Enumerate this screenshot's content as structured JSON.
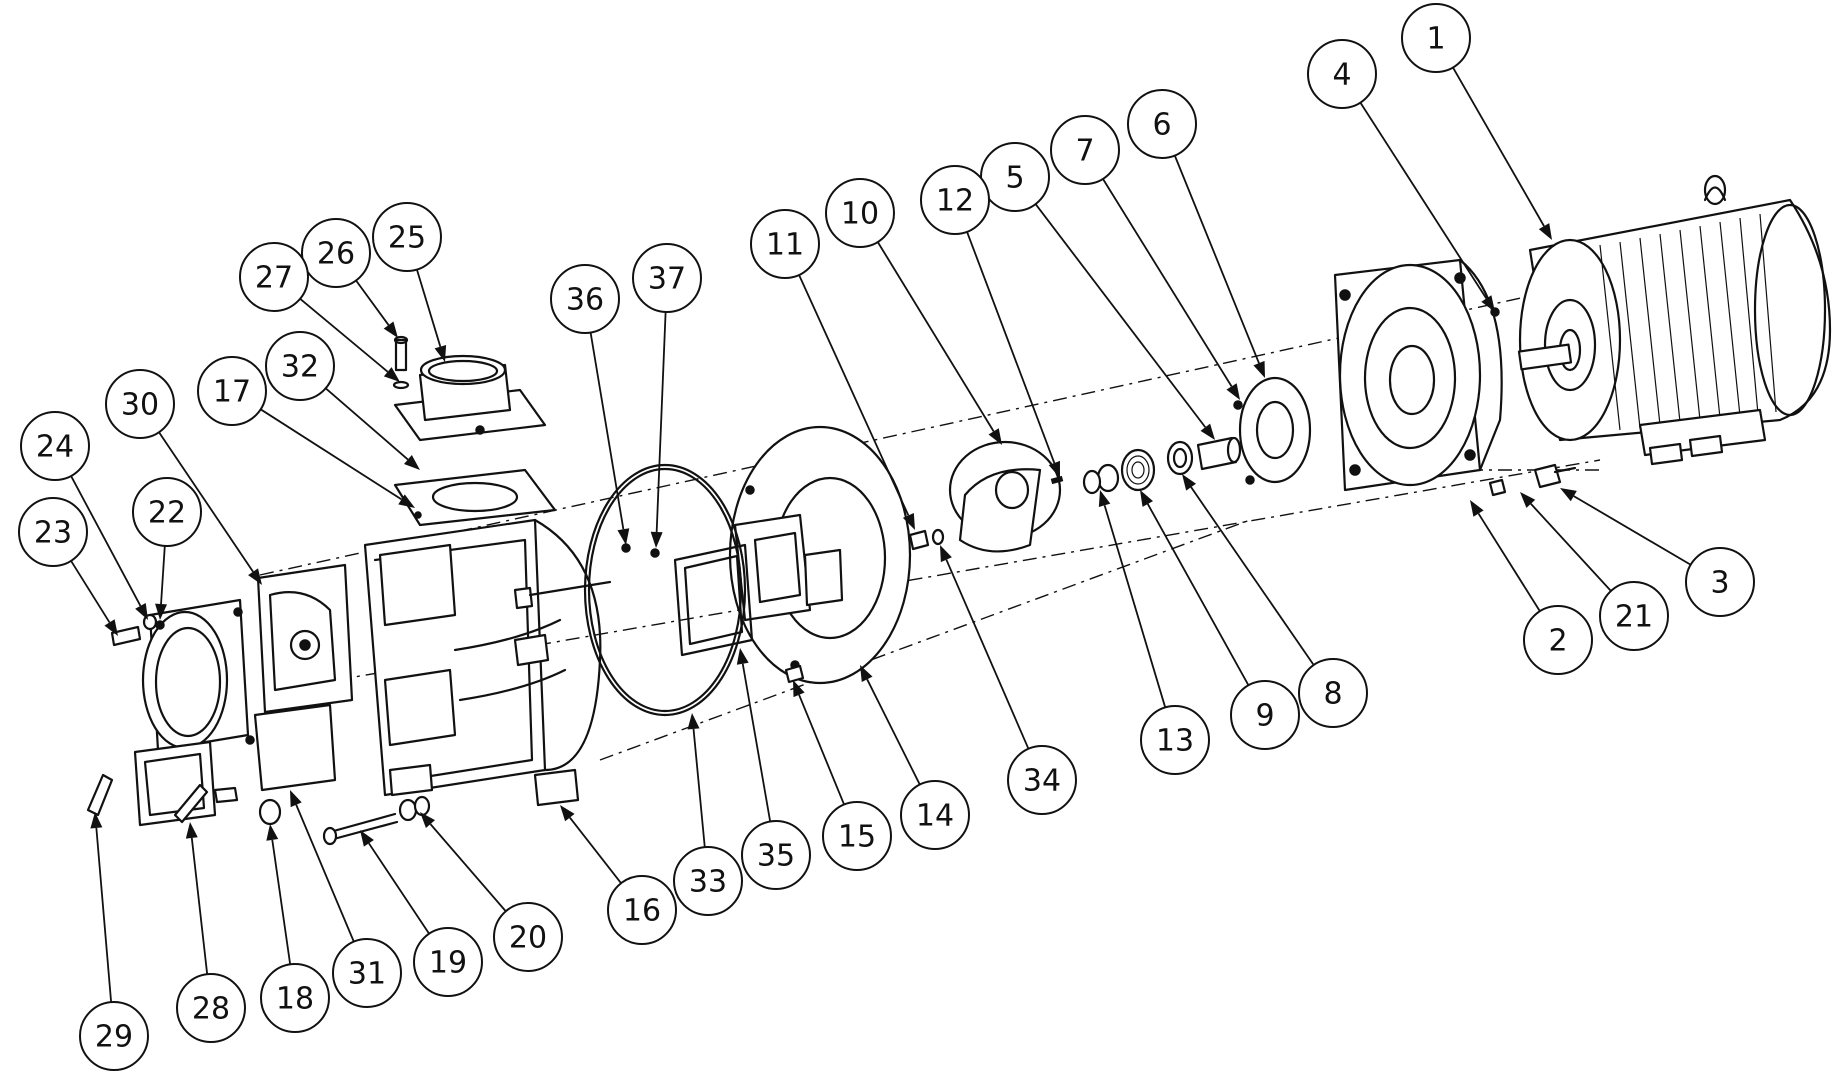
{
  "diagram": {
    "type": "exploded-assembly",
    "callouts": [
      {
        "label": "1",
        "target": "motor"
      },
      {
        "label": "2",
        "target": "bracket-base"
      },
      {
        "label": "3",
        "target": "bolt"
      },
      {
        "label": "4",
        "target": "bracket-screw"
      },
      {
        "label": "5",
        "target": "shaft-sleeve"
      },
      {
        "label": "6",
        "target": "retainer-plate"
      },
      {
        "label": "7",
        "target": "retainer-screw"
      },
      {
        "label": "8",
        "target": "seal-ring"
      },
      {
        "label": "9",
        "target": "seal-spring"
      },
      {
        "label": "10",
        "target": "impeller"
      },
      {
        "label": "11",
        "target": "impeller-screw"
      },
      {
        "label": "12",
        "target": "key"
      },
      {
        "label": "13",
        "target": "seal-seat"
      },
      {
        "label": "14",
        "target": "wear-plate"
      },
      {
        "label": "15",
        "target": "wear-plate-screw"
      },
      {
        "label": "16",
        "target": "pump-casing"
      },
      {
        "label": "17",
        "target": "gasket-top"
      },
      {
        "label": "18",
        "target": "drain-plug"
      },
      {
        "label": "19",
        "target": "long-bolt"
      },
      {
        "label": "20",
        "target": "washer"
      },
      {
        "label": "21",
        "target": "washer-small"
      },
      {
        "label": "22",
        "target": "suction-flange-gasket"
      },
      {
        "label": "23",
        "target": "flange-bolt"
      },
      {
        "label": "24",
        "target": "flange-washer"
      },
      {
        "label": "25",
        "target": "discharge-flange"
      },
      {
        "label": "26",
        "target": "discharge-bolt"
      },
      {
        "label": "27",
        "target": "discharge-washer"
      },
      {
        "label": "28",
        "target": "cover-plate"
      },
      {
        "label": "29",
        "target": "clamp-handle"
      },
      {
        "label": "30",
        "target": "check-valve"
      },
      {
        "label": "31",
        "target": "cover-gasket"
      },
      {
        "label": "32",
        "target": "discharge-gasket"
      },
      {
        "label": "33",
        "target": "o-ring"
      },
      {
        "label": "34",
        "target": "impeller-washer"
      },
      {
        "label": "35",
        "target": "wear-plate-gasket"
      },
      {
        "label": "36",
        "target": "o-ring-small"
      },
      {
        "label": "37",
        "target": "plug"
      }
    ]
  }
}
